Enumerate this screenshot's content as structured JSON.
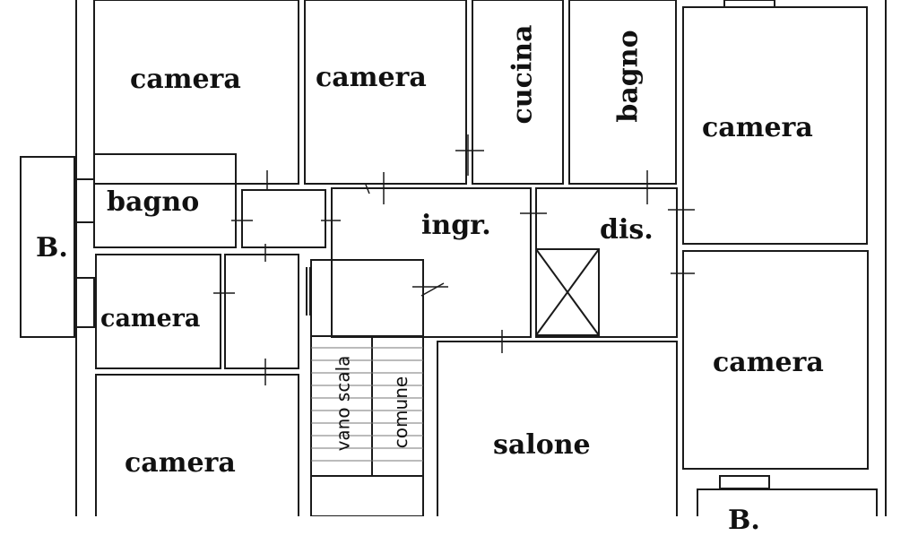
{
  "rooms": {
    "camera_top_left": "camera",
    "camera_top_mid": "camera",
    "cucina": "cucina",
    "bagno_top": "bagno",
    "camera_top_right": "camera",
    "bagno_left": "bagno",
    "ingresso": "ingr.",
    "disimpegno": "dis.",
    "balcone_left": "B.",
    "camera_mid_left": "camera",
    "camera_mid_right": "camera",
    "vano_scala": "vano scala",
    "comune": "comune",
    "salone": "salone",
    "camera_bottom_left": "camera",
    "balcone_right_partial": "B."
  },
  "colors": {
    "wall": "#1a1a1a",
    "background": "#ffffff"
  }
}
